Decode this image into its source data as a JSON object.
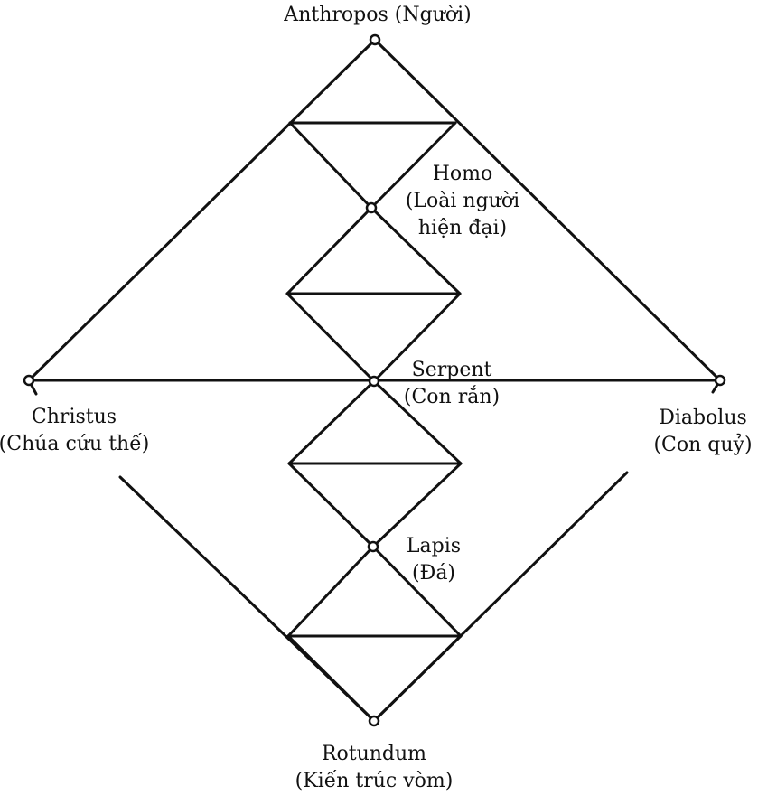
{
  "nodes": {
    "anthropos": {
      "lines": [
        "Anthropos (Người)"
      ]
    },
    "homo": {
      "lines": [
        "Homo",
        "(Loài người",
        "hiện đại)"
      ]
    },
    "serpent": {
      "lines": [
        "Serpent",
        "(Con rắn)"
      ]
    },
    "christus": {
      "lines": [
        "Christus",
        "(Chúa cứu thế)"
      ]
    },
    "diabolus": {
      "lines": [
        "Diabolus",
        "(Con quỷ)"
      ]
    },
    "lapis": {
      "lines": [
        "Lapis",
        "(Đá)"
      ]
    },
    "rotundum": {
      "lines": [
        "Rotundum",
        "(Kiến trúc vòm)"
      ]
    }
  },
  "style": {
    "stroke": "#111111",
    "fill": "#ffffff"
  }
}
